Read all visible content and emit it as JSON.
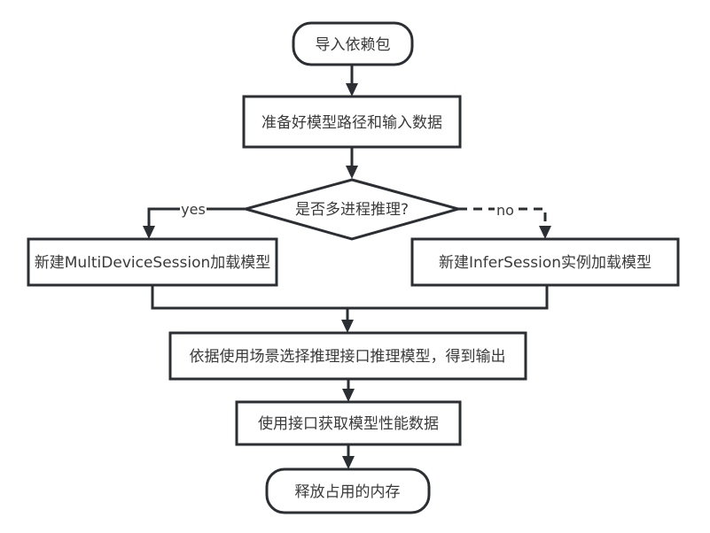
{
  "flowchart": {
    "nodes": {
      "start": {
        "label": "导入依赖包",
        "shape": "terminal"
      },
      "prepare": {
        "label": "准备好模型路径和输入数据",
        "shape": "process"
      },
      "decision": {
        "label": "是否多进程推理?",
        "shape": "decision"
      },
      "multi_device": {
        "label": "新建MultiDeviceSession加载模型",
        "shape": "process"
      },
      "infer_session": {
        "label": "新建InferSession实例加载模型",
        "shape": "process"
      },
      "infer": {
        "label": "依据使用场景选择推理接口推理模型，得到输出",
        "shape": "process"
      },
      "perf": {
        "label": "使用接口获取模型性能数据",
        "shape": "process"
      },
      "end": {
        "label": "释放占用的内存",
        "shape": "terminal"
      }
    },
    "edges": {
      "yes_label": "yes",
      "no_label": "no"
    }
  }
}
